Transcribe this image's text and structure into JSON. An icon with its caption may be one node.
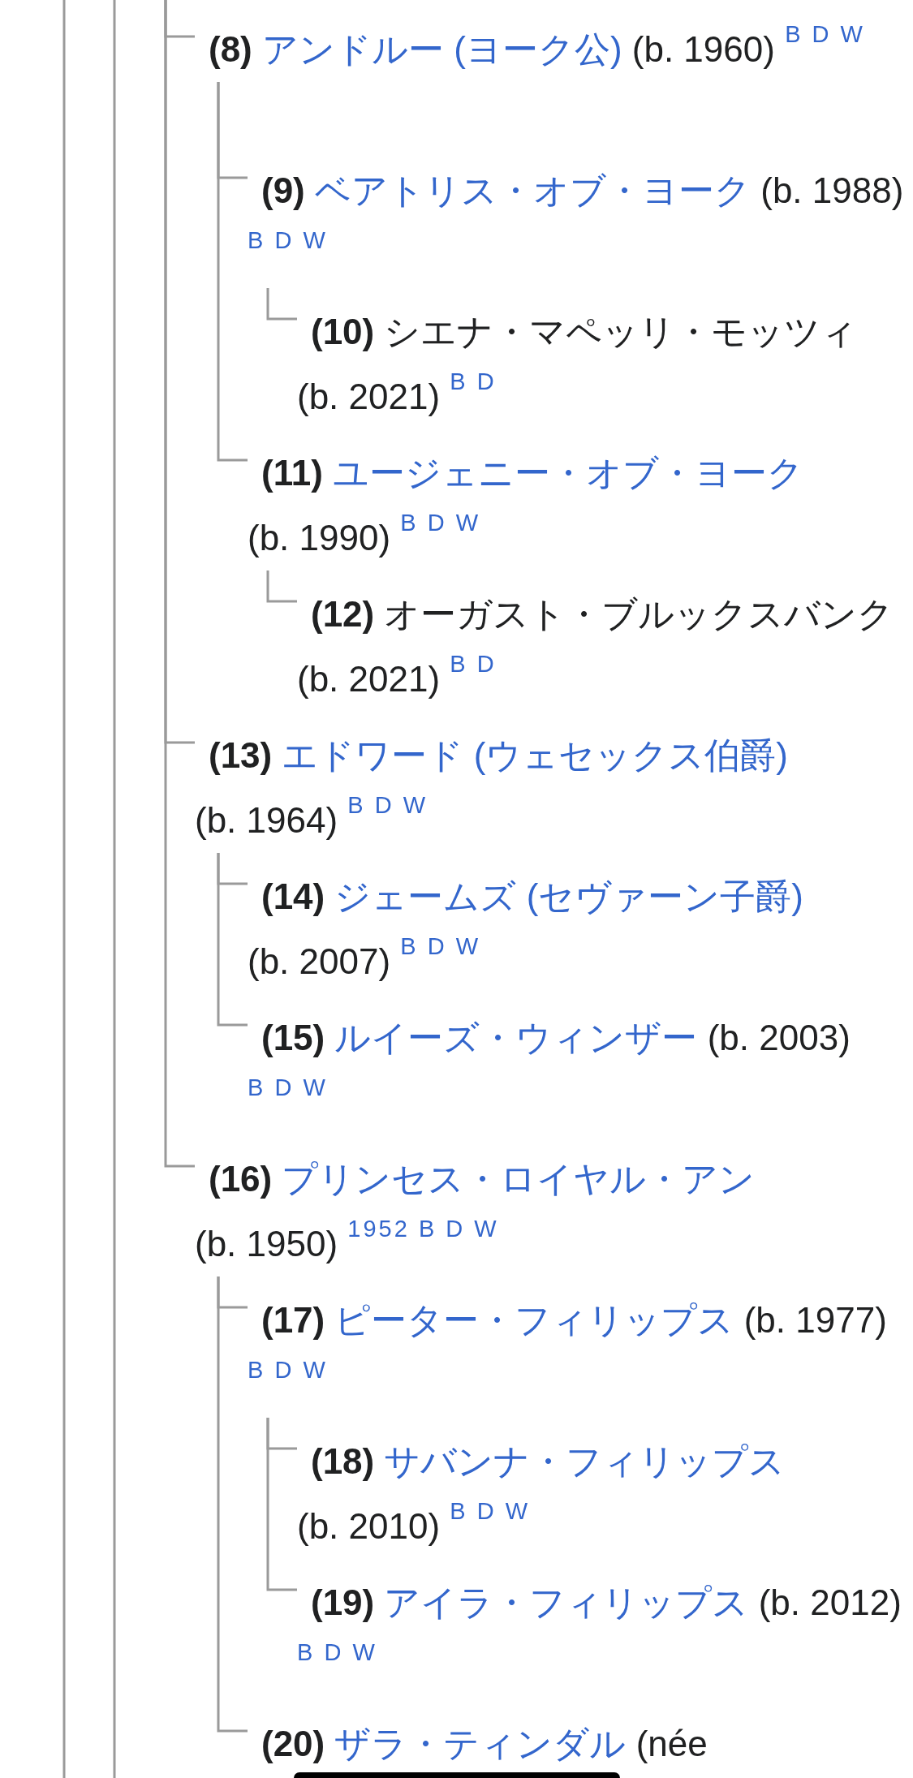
{
  "diagram": {
    "nodes": [
      {
        "text": [
          "(8)",
          "アンドルー (ヨーク公)",
          "(b. 1960)",
          "B D W"
        ]
      },
      {
        "text": [
          "(9)",
          "ベアトリス・オブ・ヨーク",
          "(b. 1988)",
          "B D W"
        ]
      },
      {
        "text": [
          "(10)",
          "シエナ・マペッリ・モッツィ",
          "(b. 2021)",
          "B D"
        ]
      },
      {
        "text": [
          "(11)",
          "ユージェニー・オブ・ヨーク",
          "(b. 1990)",
          "B D W"
        ]
      },
      {
        "text": [
          "(12)",
          "オーガスト・ブルックスバンク",
          "(b. 2021)",
          "B D"
        ]
      },
      {
        "text": [
          "(13)",
          "エドワード (ウェセックス伯爵)",
          "(b. 1964)",
          "B D W"
        ]
      },
      {
        "text": [
          "(14)",
          "ジェームズ (セヴァーン子爵)",
          "(b. 2007)",
          "B D W"
        ]
      },
      {
        "text": [
          "(15)",
          "ルイーズ・ウィンザー",
          "(b. 2003)",
          "B D W"
        ]
      },
      {
        "text": [
          "(16)",
          "プリンセス・ロイヤル・アン",
          "(b. 1950)",
          "1952 B D W"
        ]
      },
      {
        "text": [
          "(17)",
          "ピーター・フィリップス",
          "(b. 1977)",
          "B D W"
        ]
      },
      {
        "text": [
          "(18)",
          "サバンナ・フィリップス",
          "(b. 2010)",
          "B D W"
        ]
      },
      {
        "text": [
          "(19)",
          "アイラ・フィリップス",
          "(b. 2012)",
          "B D W"
        ]
      },
      {
        "text": [
          "(20)",
          "ザラ・ティンダル",
          "(née"
        ]
      }
    ],
    "edges": [
      {
        "from": null,
        "to": 0,
        "arrow": "none"
      },
      {
        "from": 0,
        "to": 1,
        "arrow": "none"
      },
      {
        "from": 1,
        "to": 2,
        "arrow": "none"
      },
      {
        "from": 0,
        "to": 3,
        "arrow": "none"
      },
      {
        "from": 3,
        "to": 4,
        "arrow": "none"
      },
      {
        "from": null,
        "to": 5,
        "arrow": "none"
      },
      {
        "from": 5,
        "to": 6,
        "arrow": "none"
      },
      {
        "from": 5,
        "to": 7,
        "arrow": "none"
      },
      {
        "from": null,
        "to": 8,
        "arrow": "none"
      },
      {
        "from": 8,
        "to": 9,
        "arrow": "none"
      },
      {
        "from": 9,
        "to": 10,
        "arrow": "none"
      },
      {
        "from": 9,
        "to": 11,
        "arrow": "none"
      },
      {
        "from": 8,
        "to": 12,
        "arrow": "none"
      }
    ]
  }
}
